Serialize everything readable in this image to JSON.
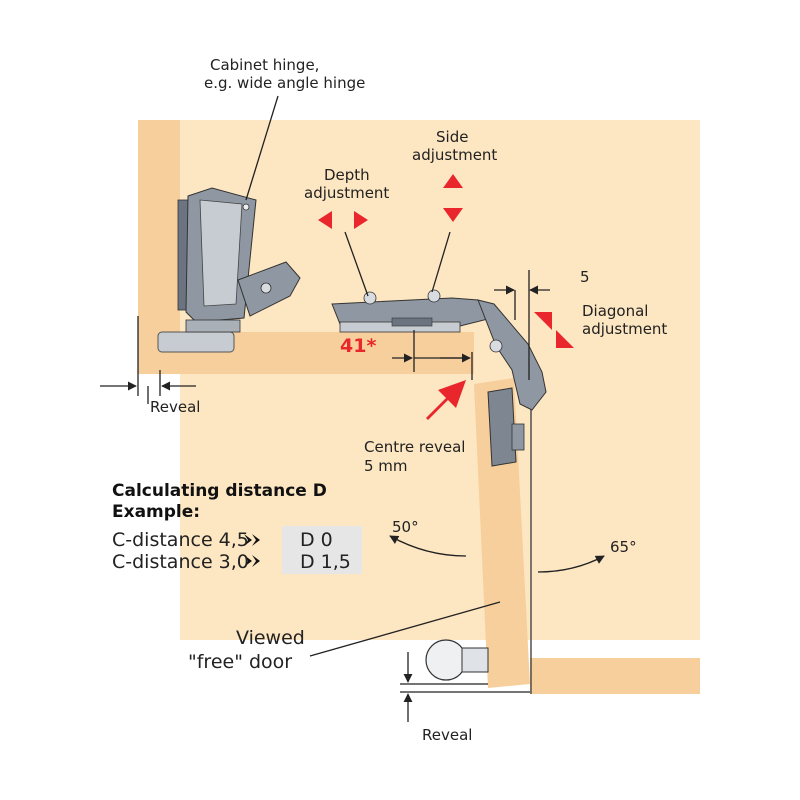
{
  "colors": {
    "wood": "#fde6c2",
    "wood_edge": "#f7cf9c",
    "arrow_red": "#e8262c",
    "hinge_gray": "#7e8791",
    "hinge_light": "#c7ccd2",
    "table_fill": "#e6e6e6"
  },
  "labels": {
    "cabinet_hinge": [
      "Cabinet hinge,",
      "e.g. wide angle hinge"
    ],
    "side_adjustment": [
      "Side",
      "adjustment"
    ],
    "depth_adjustment": [
      "Depth",
      "adjustment"
    ],
    "diagonal_adjustment": [
      "Diagonal",
      "adjustment"
    ],
    "dim_5": "5",
    "dim_41": "41*",
    "reveal_top": "Reveal",
    "reveal_bottom": "Reveal",
    "centre_reveal": [
      "Centre reveal",
      "5 mm"
    ],
    "angle_50": "50°",
    "angle_65": "65°",
    "viewed_door": [
      "Viewed",
      "\"free\" door"
    ]
  },
  "calc": {
    "title": "Calculating distance D",
    "subtitle": "Example:",
    "rows": [
      {
        "c": "C-distance 4,5",
        "d": "D 0"
      },
      {
        "c": "C-distance 3,0",
        "d": "D 1,5"
      }
    ]
  },
  "icons": [
    "double-chevron-icon",
    "red-triangle-arrow-icon",
    "red-block-arrow-icon",
    "curved-arrow-icon"
  ]
}
